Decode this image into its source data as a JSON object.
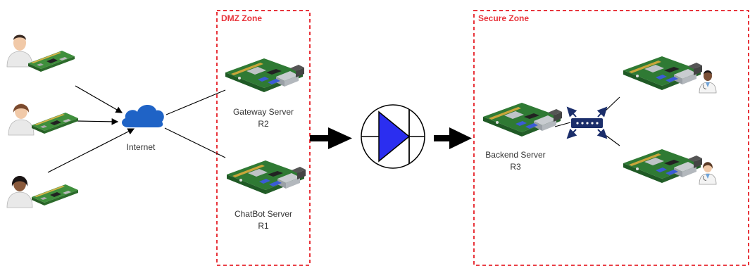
{
  "zones": {
    "dmz": {
      "title": "DMZ Zone"
    },
    "secure": {
      "title": "Secure Zone"
    }
  },
  "nodes": {
    "internet": {
      "label": "Internet"
    },
    "gateway": {
      "label_line1": "Gateway Server",
      "label_line2": "R2"
    },
    "chatbot": {
      "label_line1": "ChatBot Server",
      "label_line2": "R1"
    },
    "backend": {
      "label_line1": "Backend Server",
      "label_line2": "R3"
    }
  },
  "colors": {
    "zone_border": "#e8343b",
    "diode_fill": "#2b2ef0",
    "switch_blue": "#1b2e6b",
    "board_green": "#3d8a3a",
    "arrow": "#000000",
    "text": "#333333"
  },
  "icons": [
    "user-icon",
    "pi-zero-board-icon",
    "cloud-icon",
    "raspberry-pi-icon",
    "data-diode-icon",
    "network-switch-icon",
    "doctor-icon"
  ]
}
